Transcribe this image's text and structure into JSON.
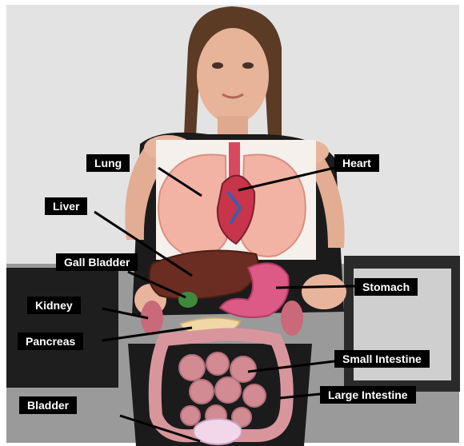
{
  "labels": {
    "lung": "Lung",
    "heart": "Heart",
    "liver": "Liver",
    "gall_bladder": "Gall Bladder",
    "kidney": "Kidney",
    "stomach": "Stomach",
    "pancreas": "Pancreas",
    "small_intestine": "Small Intestine",
    "large_intestine": "Large Intestine",
    "bladder": "Bladder"
  },
  "colors": {
    "label_background": "#000000",
    "label_text": "#ffffff",
    "wall": "#e4e4e4",
    "lung": "#f2b1a2",
    "heart": "#c8344a",
    "liver": "#6a2c22",
    "stomach": "#de5a86",
    "intestine": "#d8969c",
    "shirt": "#1a1a1a",
    "skin": "#e9b79f"
  }
}
